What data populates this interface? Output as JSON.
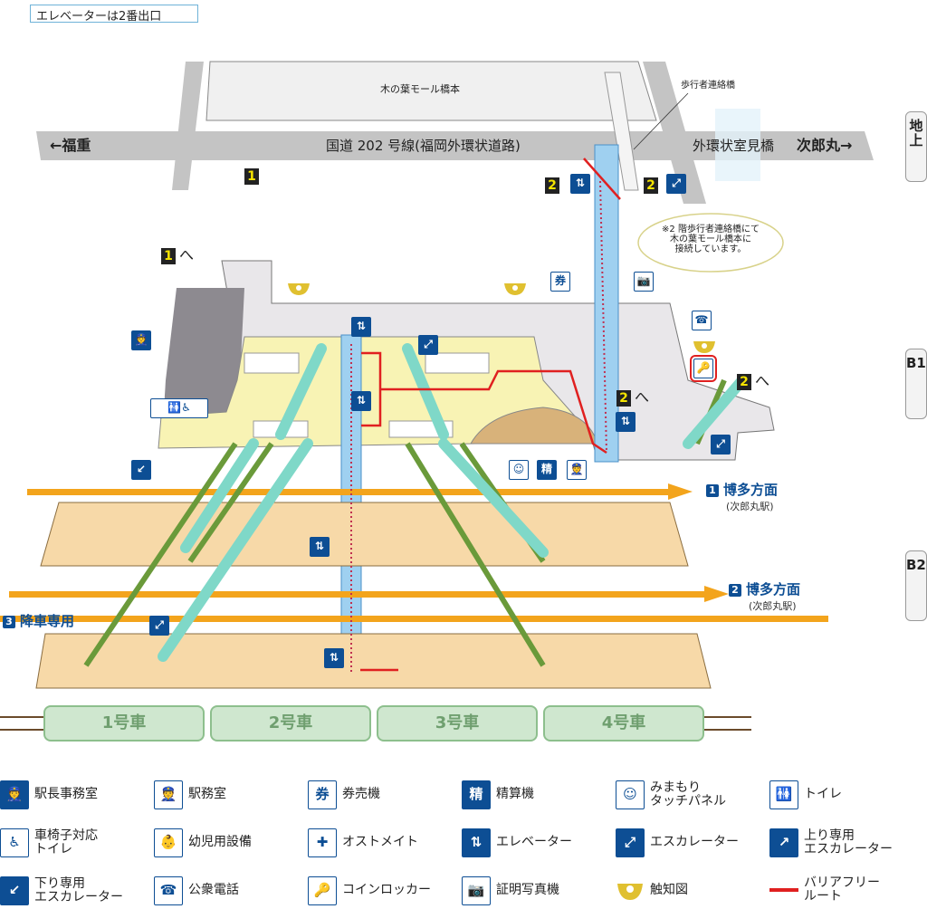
{
  "header": {
    "note": "エレベーターは2番出口"
  },
  "ground": {
    "building": "木の葉モール橋本",
    "road": "国道 202 号線(福岡外環状道路)",
    "left_direction": "←福重",
    "right_direction": "次郎丸→",
    "bridge": "外環状室見橋",
    "pedestrian_bridge": "歩行者連絡橋",
    "callout": [
      "※2 階歩行者連絡橋にて",
      "木の葉モール橋本に",
      "接続しています。"
    ]
  },
  "exits": {
    "exit1": "1",
    "exit2": "2",
    "to_suffix": "へ"
  },
  "floors": {
    "ground": "地上",
    "b1": "B1F",
    "b2": "B2F"
  },
  "platforms": [
    {
      "number": "1",
      "label": "博多方面",
      "sub": "(次郎丸駅)"
    },
    {
      "number": "2",
      "label": "博多方面",
      "sub": "(次郎丸駅)"
    },
    {
      "number": "3",
      "label": "降車専用"
    }
  ],
  "cars": [
    "1号車",
    "2号車",
    "3号車",
    "4号車"
  ],
  "colors": {
    "accent": "#0d4e94",
    "route": "#e02020",
    "platform": "#f7d9a8",
    "concourse": "#f8f3b4",
    "arrow": "#f3a41c",
    "escalator": "#7fd8c8",
    "elevator": "#9fd0f0"
  },
  "legend": [
    {
      "icon": "station-master-icon",
      "label": "駅長事務室",
      "solid": true,
      "glyph": "👮"
    },
    {
      "icon": "station-office-icon",
      "label": "駅務室",
      "solid": false,
      "glyph": "👮"
    },
    {
      "icon": "ticket-machine-icon",
      "label": "券売機",
      "solid": false,
      "glyph": "券"
    },
    {
      "icon": "fare-adjustment-icon",
      "label": "精算機",
      "solid": true,
      "glyph": "精"
    },
    {
      "icon": "touch-panel-icon",
      "label": "みまもり\nタッチパネル",
      "solid": false,
      "glyph": "☺"
    },
    {
      "icon": "toilet-icon",
      "label": "トイレ",
      "solid": false,
      "glyph": "🚻"
    },
    {
      "icon": "wheelchair-icon",
      "label": "車椅子対応\nトイレ",
      "solid": false,
      "glyph": "♿"
    },
    {
      "icon": "baby-care-icon",
      "label": "幼児用設備",
      "solid": false,
      "glyph": "👶"
    },
    {
      "icon": "ostomate-icon",
      "label": "オストメイト",
      "solid": false,
      "glyph": "✚"
    },
    {
      "icon": "elevator-icon",
      "label": "エレベーター",
      "solid": true,
      "glyph": "⇅"
    },
    {
      "icon": "escalator-icon",
      "label": "エスカレーター",
      "solid": true,
      "glyph": "⤢"
    },
    {
      "icon": "up-escalator-icon",
      "label": "上り専用\nエスカレーター",
      "solid": true,
      "glyph": "↗"
    },
    {
      "icon": "down-escalator-icon",
      "label": "下り専用\nエスカレーター",
      "solid": true,
      "glyph": "↙"
    },
    {
      "icon": "phone-icon",
      "label": "公衆電話",
      "solid": false,
      "glyph": "☎"
    },
    {
      "icon": "coin-locker-icon",
      "label": "コインロッカー",
      "solid": false,
      "glyph": "🔑"
    },
    {
      "icon": "photo-booth-icon",
      "label": "証明写真機",
      "solid": false,
      "glyph": "📷"
    },
    {
      "icon": "tactile-map-icon",
      "label": "触知図",
      "solid": false,
      "glyph": ""
    },
    {
      "icon": "barrier-free-route-icon",
      "label": "バリアフリー\nルート",
      "solid": false,
      "glyph": ""
    }
  ]
}
